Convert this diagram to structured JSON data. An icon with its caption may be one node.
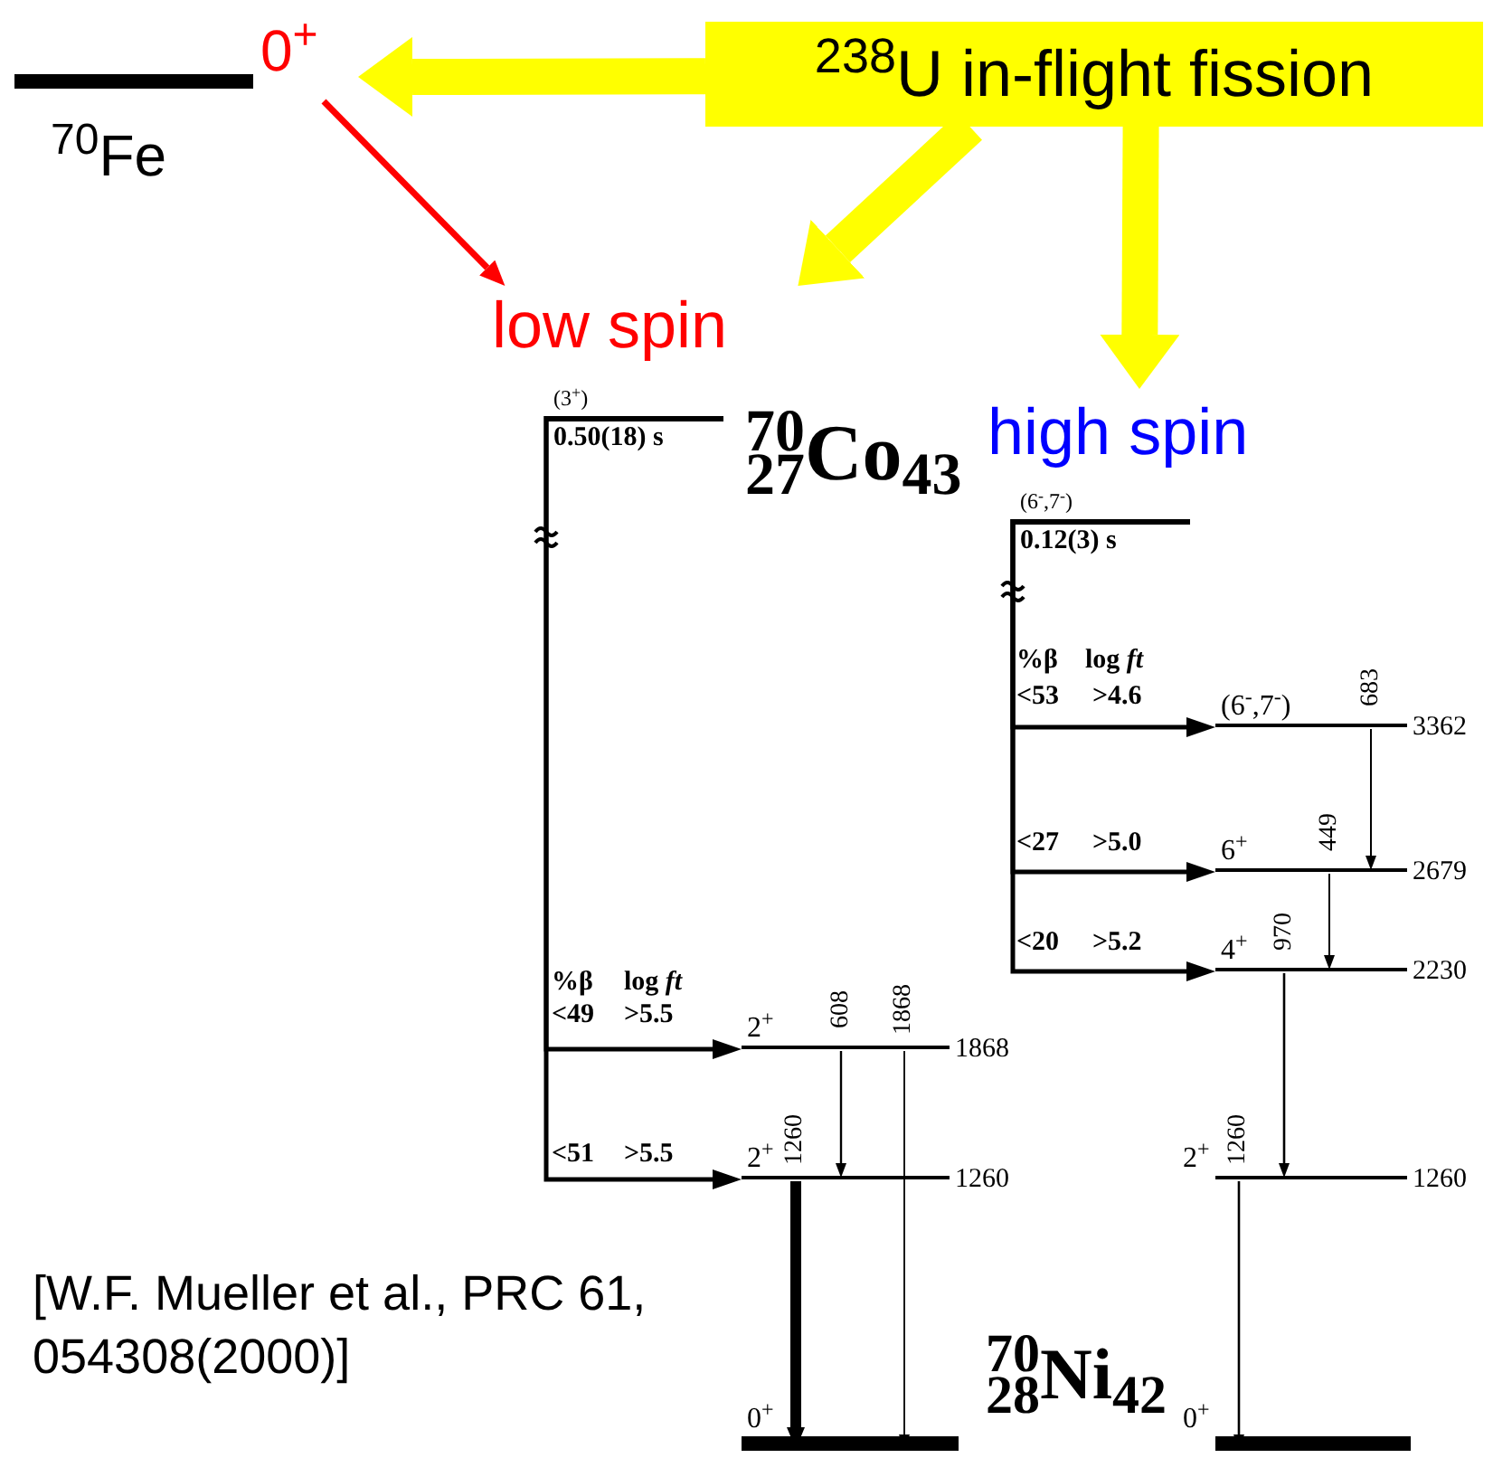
{
  "diagram": {
    "nodes": [
      {
        "text": [
          "$^{238}$U in-flight fission"
        ]
      },
      {
        "text": [
          "0$^{+}$"
        ],
        "beside": [
          "$^{70}$Fe"
        ]
      },
      {
        "text": [
          "low spin"
        ]
      },
      {
        "text": [
          "high spin"
        ]
      },
      {
        "text": [
          "(3$^{+}$)",
          "0.50(18) s"
        ]
      },
      {
        "text": [
          "(6$^{-}$,7$^{-}$)",
          "0.12(3) s"
        ]
      },
      {
        "text": [
          "2$^{+}$"
        ],
        "beside": [
          "1868"
        ]
      },
      {
        "text": [
          "2$^{+}$"
        ],
        "beside": [
          "1260"
        ]
      },
      {
        "text": [
          "0$^{+}$"
        ]
      },
      {
        "text": [
          "(6$^{-}$,7$^{-}$)"
        ],
        "beside": [
          "3362"
        ]
      },
      {
        "text": [
          "6$^{+}$"
        ],
        "beside": [
          "2679"
        ]
      },
      {
        "text": [
          "4$^{+}$"
        ],
        "beside": [
          "2230"
        ]
      },
      {
        "text": [
          "2$^{+}$"
        ],
        "beside": [
          "1260"
        ]
      },
      {
        "text": [
          "0$^{+}$"
        ]
      }
    ],
    "edges": [
      {
        "from": 0,
        "to": 1,
        "arrow": "to",
        "style": "thick",
        "color": "#ffff00"
      },
      {
        "from": 0,
        "to": 2,
        "arrow": "to",
        "style": "thick",
        "color": "#ffff00"
      },
      {
        "from": 0,
        "to": 3,
        "arrow": "to",
        "style": "thick",
        "color": "#ffff00"
      },
      {
        "from": 1,
        "to": 2,
        "arrow": "to",
        "color": "#ff0000"
      },
      {
        "from": 4,
        "to": 6,
        "arrow": "to"
      },
      {
        "from": 4,
        "to": 7,
        "arrow": "to"
      },
      {
        "from": 5,
        "to": 9,
        "arrow": "to"
      },
      {
        "from": 5,
        "to": 10,
        "arrow": "to"
      },
      {
        "from": 5,
        "to": 11,
        "arrow": "to"
      },
      {
        "from": 6,
        "to": 7,
        "arrow": "to",
        "label": "608"
      },
      {
        "from": 6,
        "to": 8,
        "arrow": "to",
        "label": "1868"
      },
      {
        "from": 7,
        "to": 8,
        "arrow": "to",
        "label": "1260",
        "style": "thick"
      },
      {
        "from": 9,
        "to": 10,
        "arrow": "to",
        "label": "683"
      },
      {
        "from": 10,
        "to": 11,
        "arrow": "to",
        "label": "449"
      },
      {
        "from": 11,
        "to": 12,
        "arrow": "to",
        "label": "970"
      },
      {
        "from": 12,
        "to": 13,
        "arrow": "to",
        "label": "1260"
      }
    ],
    "labels": [
      "$^{70}$$_{27}$Co$_{43}$",
      "%β",
      "log *ft*",
      "<53",
      ">4.6",
      "<27",
      ">5.0",
      "<20",
      ">5.2",
      "%β",
      "log *ft*",
      "<49",
      ">5.5",
      "<51",
      ">5.5",
      "[W.F. Mueller et al., PRC 61, 054308(2000)]",
      "$^{70}$$_{28}$Ni$_{42}$"
    ]
  }
}
